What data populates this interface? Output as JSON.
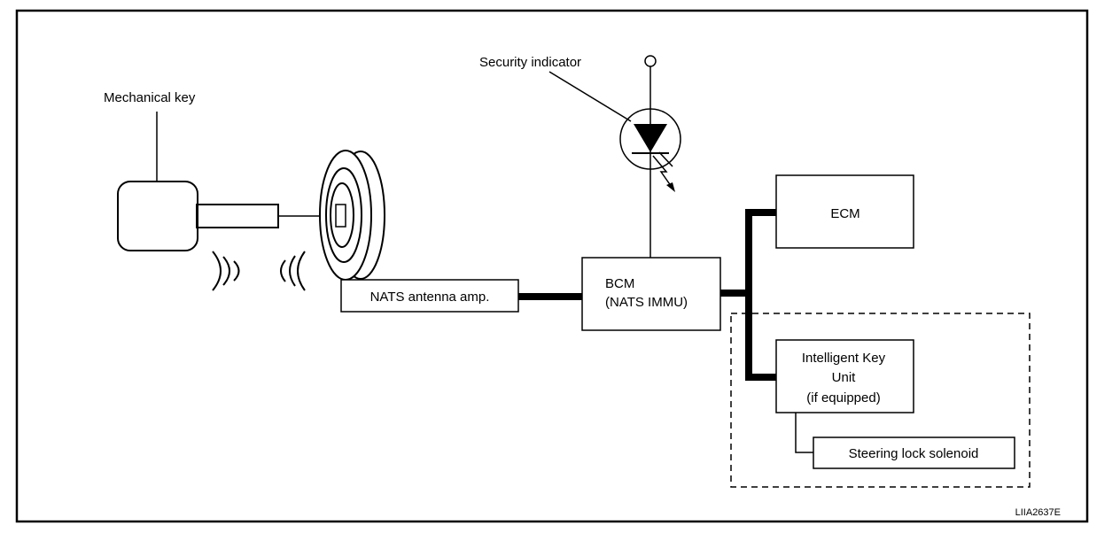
{
  "labels": {
    "mechanical_key": "Mechanical key",
    "security_indicator": "Security indicator",
    "nats_antenna_amp": "NATS antenna amp.",
    "bcm_line1": "BCM",
    "bcm_line2": "(NATS IMMU)",
    "ecm": "ECM",
    "intelligent_key_line1": "Intelligent Key",
    "intelligent_key_line2": "Unit",
    "intelligent_key_line3": "(if equipped)",
    "steering_lock_solenoid": "Steering lock solenoid"
  },
  "figure_code": "LIIA2637E"
}
